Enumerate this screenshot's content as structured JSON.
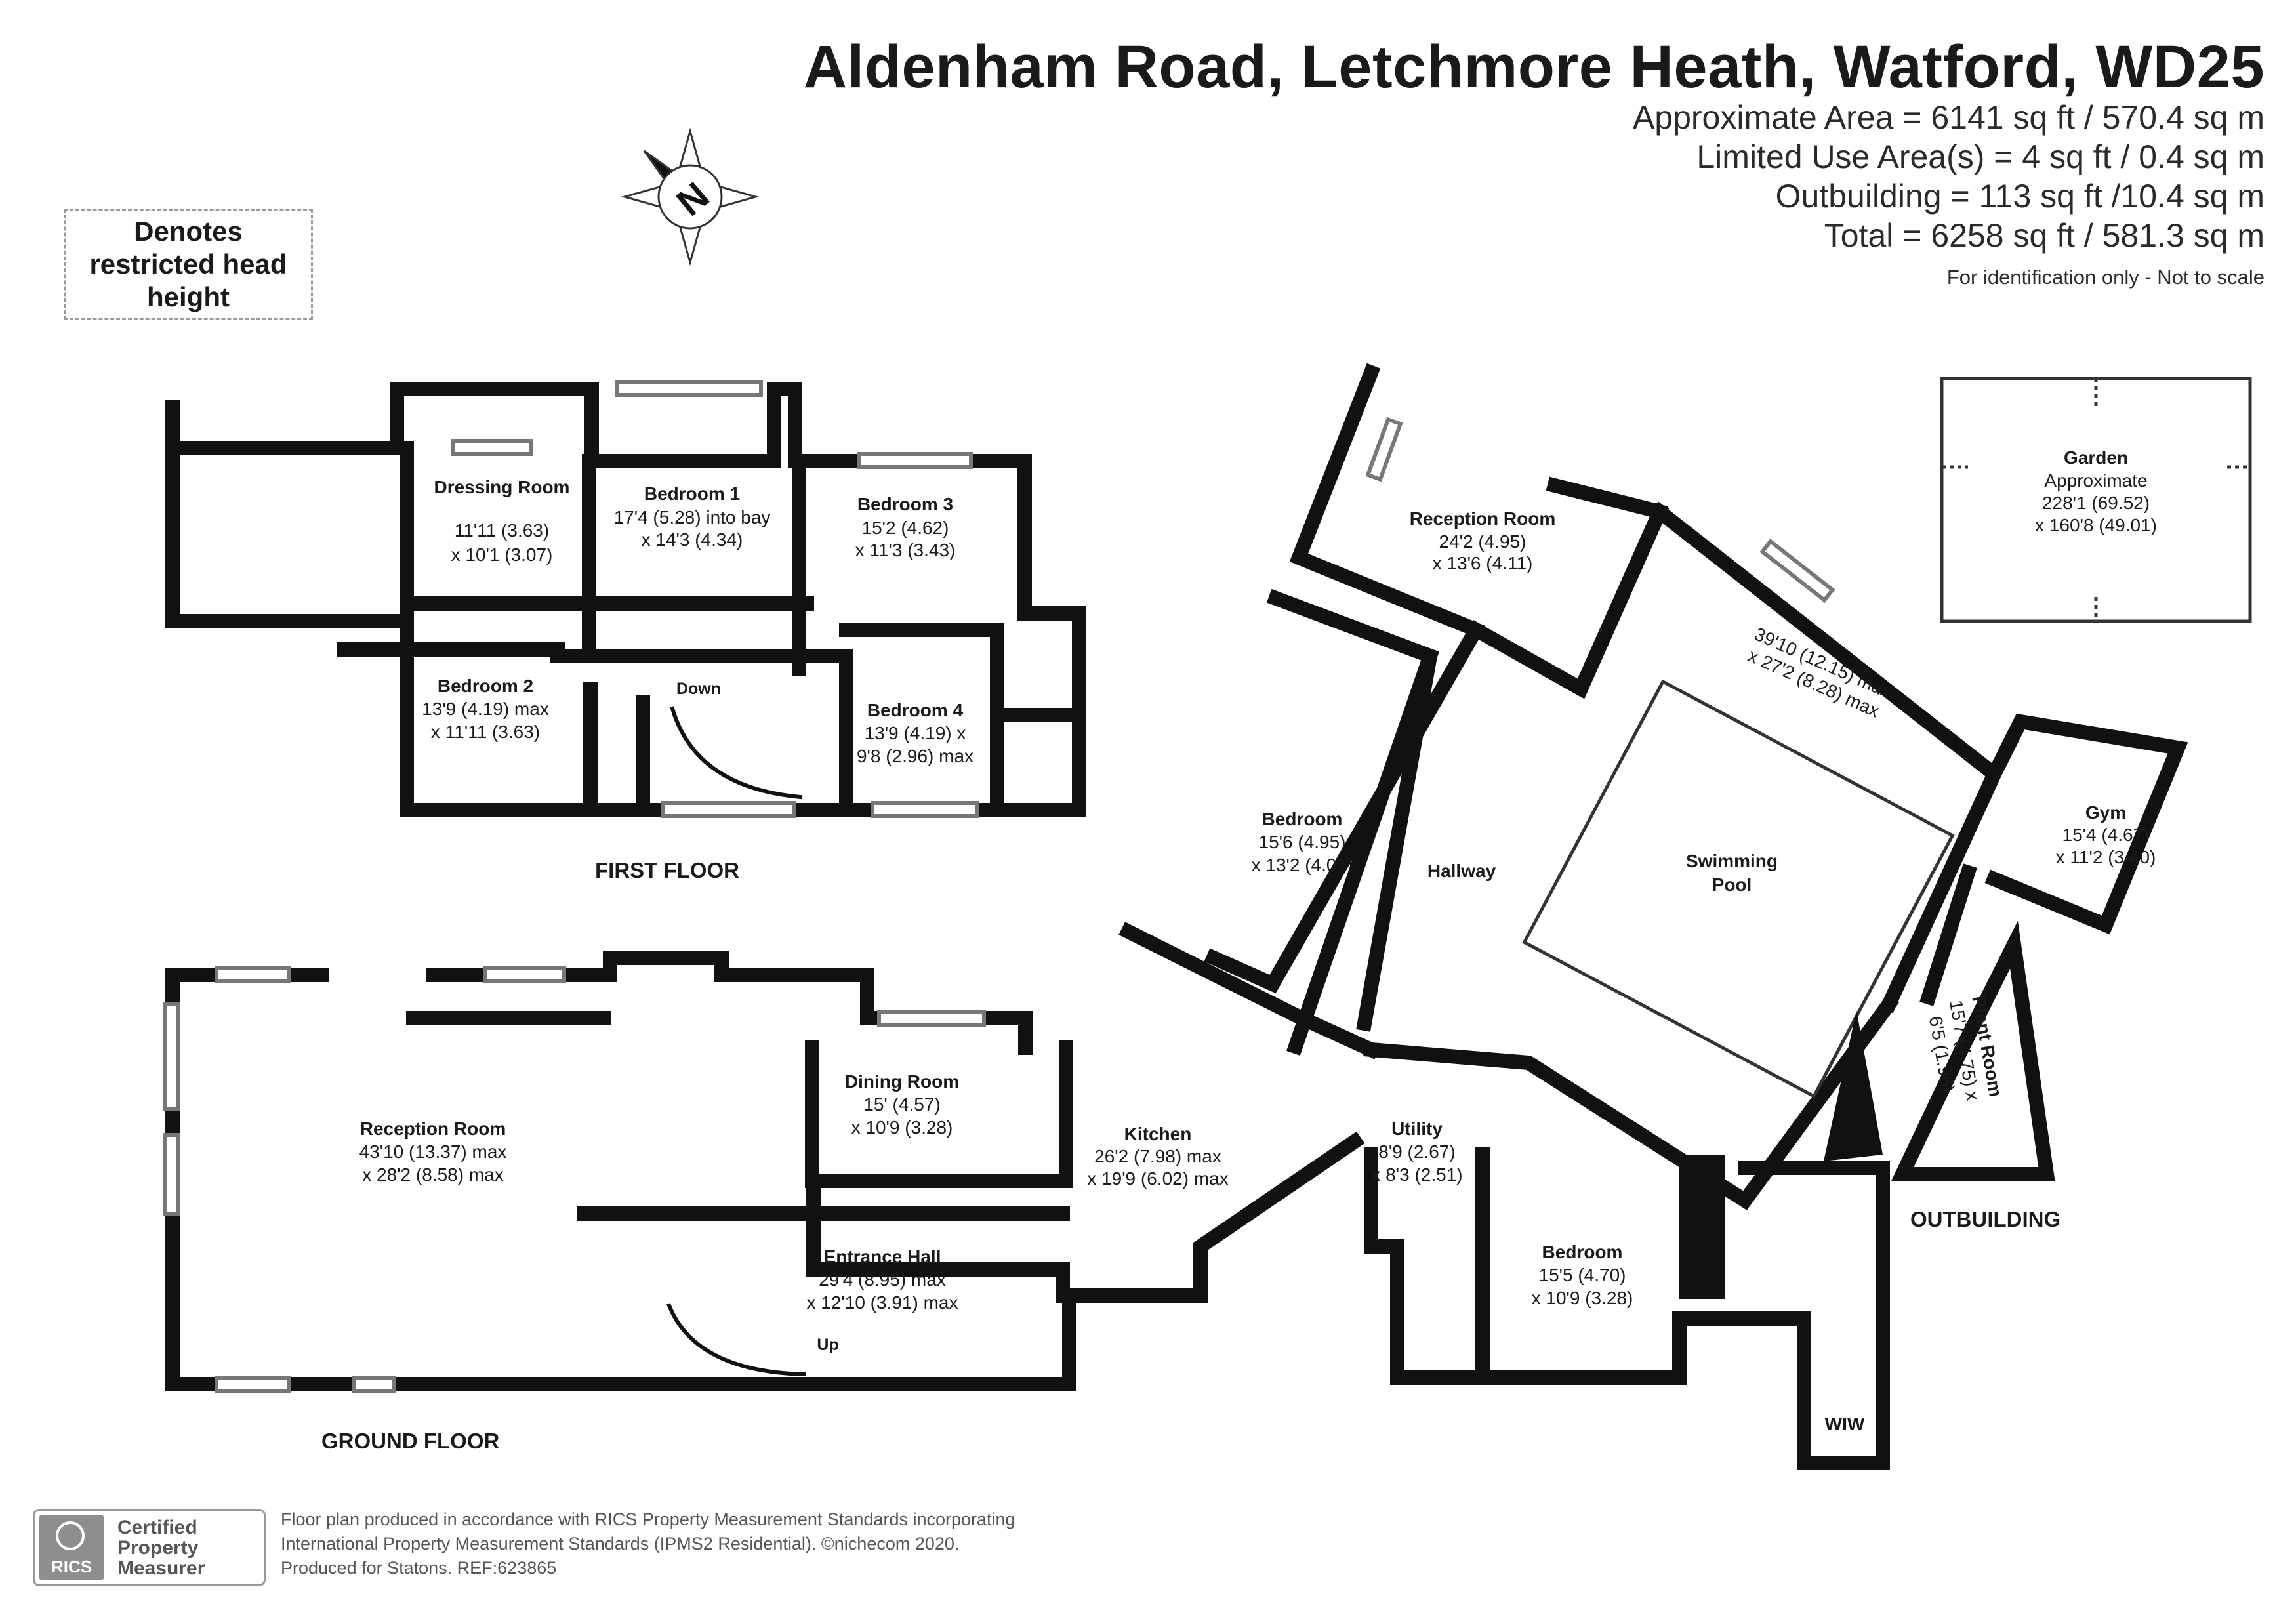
{
  "header": {
    "title": "Aldenham Road, Letchmore Heath, Watford, WD25",
    "area_lines": [
      "Approximate Area = 6141 sq ft / 570.4 sq m",
      "Limited Use Area(s) = 4 sq ft / 0.4 sq m",
      "Outbuilding = 113 sq ft /10.4 sq m",
      "Total = 6258 sq ft / 581.3 sq m"
    ],
    "note": "For identification only - Not to scale"
  },
  "legend": {
    "restricted_height": "Denotes restricted head height"
  },
  "compass": {
    "letter": "N"
  },
  "floors": {
    "first": "FIRST FLOOR",
    "ground": "GROUND FLOOR",
    "outbuilding": "OUTBUILDING"
  },
  "rooms": {
    "dressing": {
      "name": "Dressing Room",
      "dims": [
        "11'11 (3.63)",
        "x 10'1 (3.07)"
      ]
    },
    "bed1": {
      "name": "Bedroom 1",
      "dims": [
        "17'4 (5.28) into bay",
        "x 14'3 (4.34)"
      ]
    },
    "bed3": {
      "name": "Bedroom 3",
      "dims": [
        "15'2 (4.62)",
        "x 11'3 (3.43)"
      ]
    },
    "bed2": {
      "name": "Bedroom 2",
      "dims": [
        "13'9 (4.19) max",
        "x 11'11 (3.63)"
      ]
    },
    "bed4": {
      "name": "Bedroom 4",
      "dims": [
        "13'9 (4.19) x",
        "9'8 (2.96) max"
      ]
    },
    "down": "Down",
    "up": "Up",
    "reception_gf": {
      "name": "Reception Room",
      "dims": [
        "43'10 (13.37) max",
        "x 28'2 (8.58) max"
      ]
    },
    "dining": {
      "name": "Dining Room",
      "dims": [
        "15' (4.57)",
        "x 10'9 (3.28)"
      ]
    },
    "kitchen": {
      "name": "Kitchen",
      "dims": [
        "26'2 (7.98) max",
        "x 19'9 (6.02) max"
      ]
    },
    "entrance": {
      "name": "Entrance Hall",
      "dims": [
        "29'4 (8.95) max",
        "x 12'10 (3.91) max"
      ]
    },
    "reception_ob": {
      "name": "Reception Room",
      "dims": [
        "24'2 (4.95)",
        "x 13'6 (4.11)"
      ]
    },
    "bedroom_ob": {
      "name": "Bedroom",
      "dims": [
        "15'6 (4.95)",
        "x 13'2 (4.01)"
      ]
    },
    "hallway": {
      "name": "Hallway"
    },
    "pool": {
      "name": "Swimming",
      "name2": "Pool",
      "dims": [
        "39'10 (12.15) max",
        "x 27'2 (8.28) max"
      ]
    },
    "gym": {
      "name": "Gym",
      "dims": [
        "15'4 (4.67)",
        "x 11'2 (3.40)"
      ]
    },
    "plant": {
      "name": "Plant Room",
      "dims": [
        "15'7 (4.75) x",
        "6'5 (1.96)"
      ]
    },
    "utility": {
      "name": "Utility",
      "dims": [
        "8'9 (2.67)",
        "x 8'3 (2.51)"
      ]
    },
    "bedroom2_ob": {
      "name": "Bedroom",
      "dims": [
        "15'5 (4.70)",
        "x 10'9 (3.28)"
      ]
    },
    "wiw": {
      "name": "WIW"
    },
    "garden": {
      "name": "Garden",
      "dims": [
        "Approximate",
        "228'1 (69.52)",
        "x 160'8 (49.01)"
      ]
    }
  },
  "footer": {
    "lines": [
      "Floor plan produced in accordance with RICS Property Measurement Standards incorporating",
      "International Property Measurement Standards (IPMS2 Residential).  ©nichecom 2020.",
      "Produced for Statons.   REF:623865"
    ],
    "badge": [
      "Certified",
      "Property",
      "Measurer"
    ],
    "badge_logo": "RICS"
  },
  "colors": {
    "wall": "#111111",
    "window": "#777777",
    "text": "#1a1a1a"
  }
}
